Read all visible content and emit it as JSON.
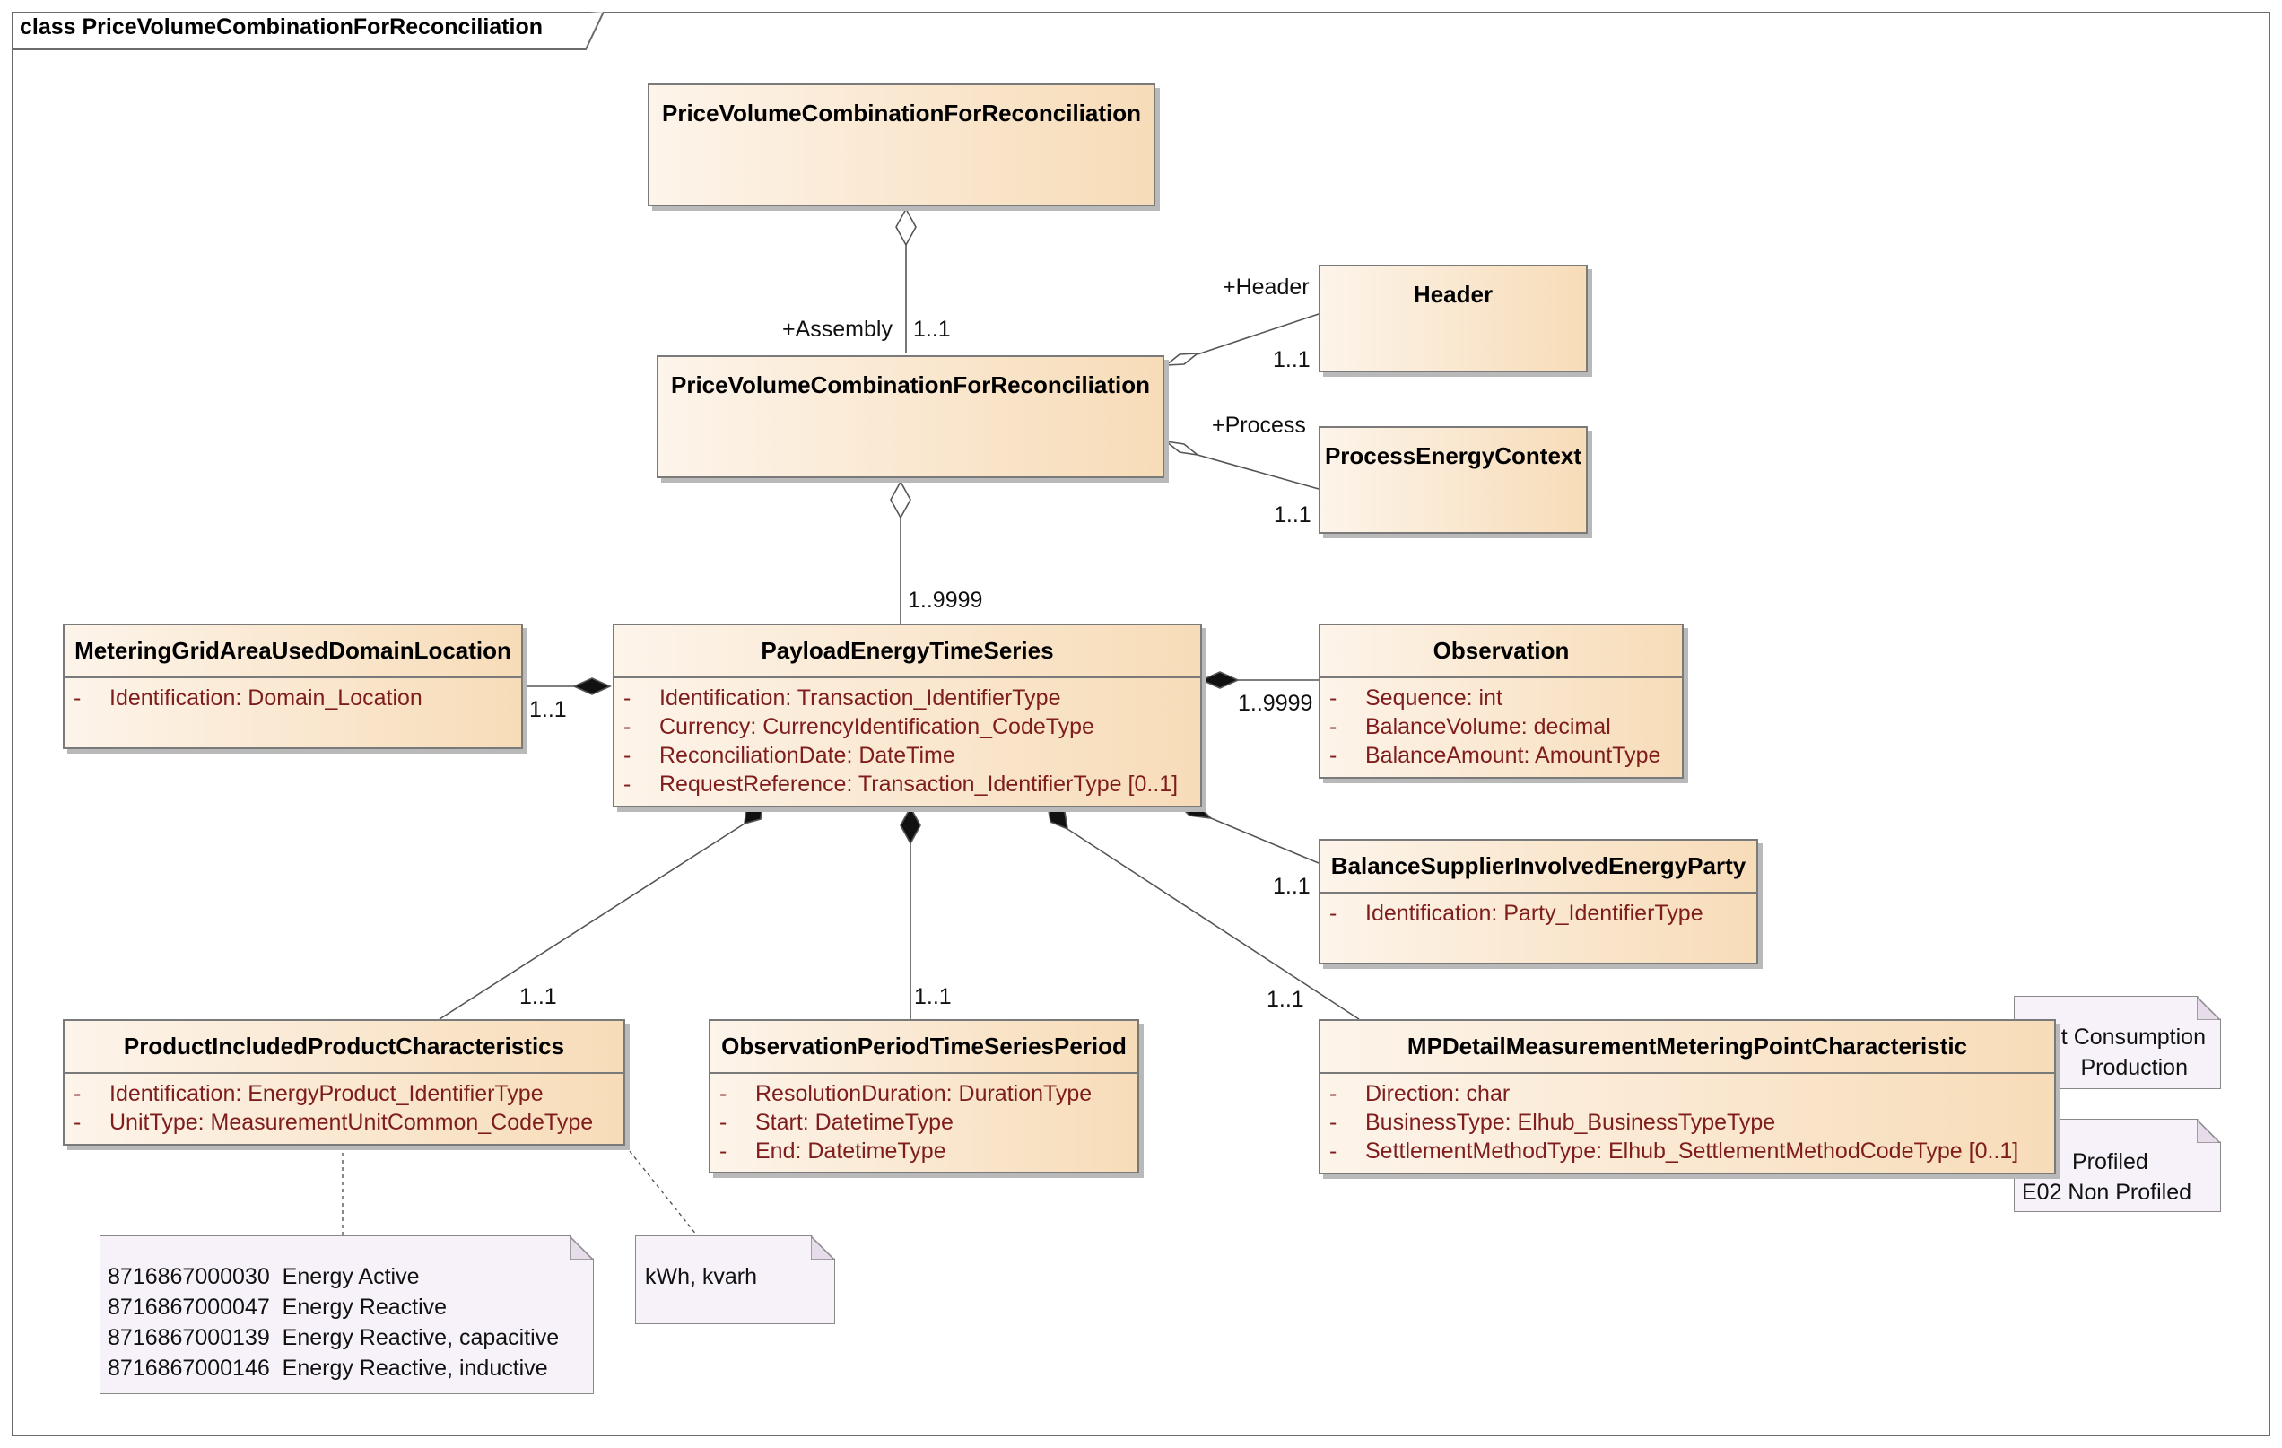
{
  "frame": {
    "title": "class PriceVolumeCombinationForReconciliation"
  },
  "classes": {
    "root": {
      "name": "PriceVolumeCombinationForReconciliation"
    },
    "main": {
      "name": "PriceVolumeCombinationForReconciliation"
    },
    "header": {
      "name": "Header"
    },
    "process": {
      "name": "ProcessEnergyContext"
    },
    "payload": {
      "name": "PayloadEnergyTimeSeries",
      "attributes": [
        {
          "vis": "-",
          "text": "Identification: Transaction_IdentifierType"
        },
        {
          "vis": "-",
          "text": "Currency: CurrencyIdentification_CodeType"
        },
        {
          "vis": "-",
          "text": "ReconciliationDate: DateTime"
        },
        {
          "vis": "-",
          "text": "RequestReference: Transaction_IdentifierType [0..1]"
        }
      ]
    },
    "metering_grid": {
      "name": "MeteringGridAreaUsedDomainLocation",
      "attributes": [
        {
          "vis": "-",
          "text": "Identification: Domain_Location"
        }
      ]
    },
    "observation": {
      "name": "Observation",
      "attributes": [
        {
          "vis": "-",
          "text": "Sequence: int"
        },
        {
          "vis": "-",
          "text": "BalanceVolume: decimal"
        },
        {
          "vis": "-",
          "text": "BalanceAmount: AmountType"
        }
      ]
    },
    "balance_supplier": {
      "name": "BalanceSupplierInvolvedEnergyParty",
      "attributes": [
        {
          "vis": "-",
          "text": "Identification: Party_IdentifierType"
        }
      ]
    },
    "product": {
      "name": "ProductIncludedProductCharacteristics",
      "attributes": [
        {
          "vis": "-",
          "text": "Identification: EnergyProduct_IdentifierType"
        },
        {
          "vis": "-",
          "text": "UnitType: MeasurementUnitCommon_CodeType"
        }
      ]
    },
    "observation_period": {
      "name": "ObservationPeriodTimeSeriesPeriod",
      "attributes": [
        {
          "vis": "-",
          "text": "ResolutionDuration: DurationType"
        },
        {
          "vis": "-",
          "text": "Start: DatetimeType"
        },
        {
          "vis": "-",
          "text": "End: DatetimeType"
        }
      ]
    },
    "mp_detail": {
      "name": "MPDetailMeasurementMeteringPointCharacteristic",
      "attributes": [
        {
          "vis": "-",
          "text": "Direction: char"
        },
        {
          "vis": "-",
          "text": "BusinessType: Elhub_BusinessTypeType"
        },
        {
          "vis": "-",
          "text": "SettlementMethodType: Elhub_SettlementMethodCodeType [0..1]"
        }
      ]
    }
  },
  "notes": {
    "product_codes": [
      "8716867000030  Energy Active",
      "8716867000047  Energy Reactive",
      "8716867000139  Energy Reactive, capacitive",
      "8716867000146  Energy Reactive, inductive"
    ],
    "units": [
      "kWh, kvarh"
    ],
    "direction": [
      "t Consumption",
      "Production"
    ],
    "settlement": [
      "Profiled",
      "E02 Non Profiled"
    ]
  },
  "labels": {
    "assembly_role": "+Assembly",
    "assembly_mult": "1..1",
    "header_role": "+Header",
    "header_mult": "1..1",
    "process_role": "+Process",
    "process_mult": "1..1",
    "payload_mult": "1..9999",
    "metering_mult": "1..1",
    "observation_mult": "1..9999",
    "supplier_mult": "1..1",
    "product_mult": "1..1",
    "period_mult": "1..1",
    "mp_mult": "1..1"
  }
}
